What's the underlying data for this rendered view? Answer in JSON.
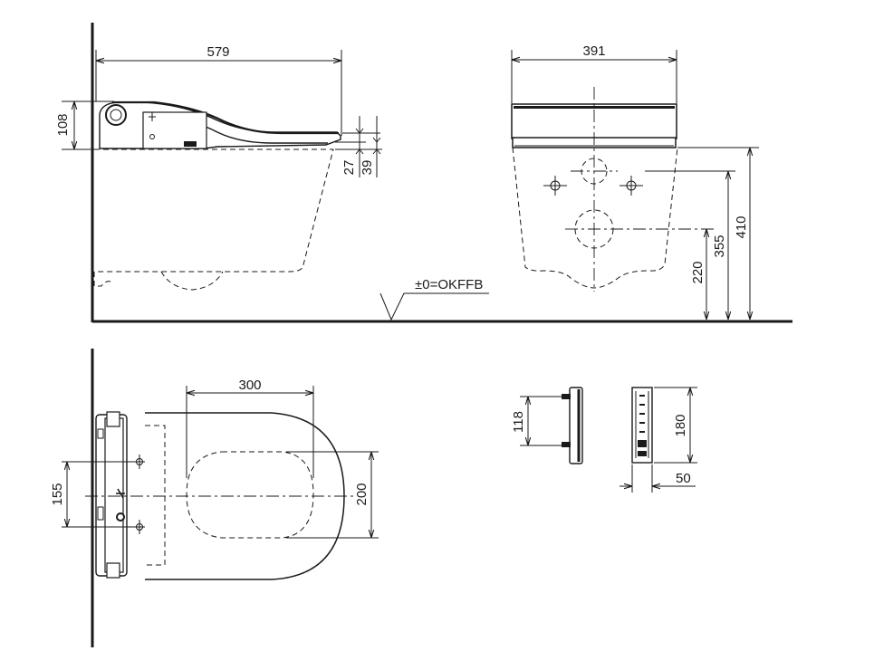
{
  "dimensions": {
    "side_length": "579",
    "side_height": "108",
    "seat_gap_27": "27",
    "seat_gap_39": "39",
    "front_width": "391",
    "front_h_220": "220",
    "front_h_355": "355",
    "front_h_410": "410",
    "floor_label": "±0=OKFFB",
    "top_length": "300",
    "top_width": "200",
    "top_fix": "155",
    "remote_side": "118",
    "remote_height": "180",
    "remote_depth": "50"
  },
  "colors": {
    "line": "#1a1a1a",
    "background": "#ffffff"
  }
}
